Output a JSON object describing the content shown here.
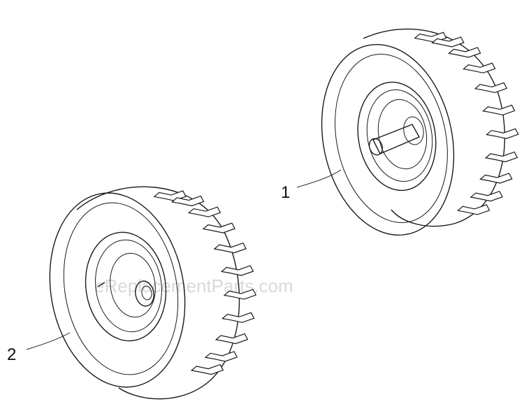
{
  "diagram": {
    "callouts": [
      {
        "id": "1",
        "label": "1"
      },
      {
        "id": "2",
        "label": "2"
      }
    ],
    "watermark": "eReplacementParts.com"
  }
}
